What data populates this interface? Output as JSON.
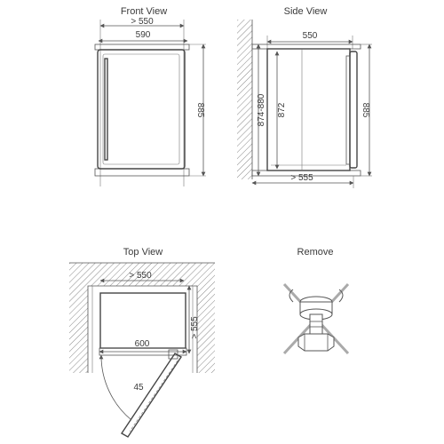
{
  "front_view": {
    "title": "Front View",
    "dims": {
      "top_opening": "> 550",
      "width": "590",
      "height": "885"
    }
  },
  "side_view": {
    "title": "Side View",
    "dims": {
      "depth": "550",
      "niche_height": "874-880",
      "body_height": "872",
      "total_height": "885",
      "niche_depth": "> 555"
    }
  },
  "top_view": {
    "title": "Top View",
    "dims": {
      "opening": "> 550",
      "width": "600",
      "depth": "> 555",
      "door_angle": "45"
    }
  },
  "remove": {
    "title": "Remove"
  }
}
